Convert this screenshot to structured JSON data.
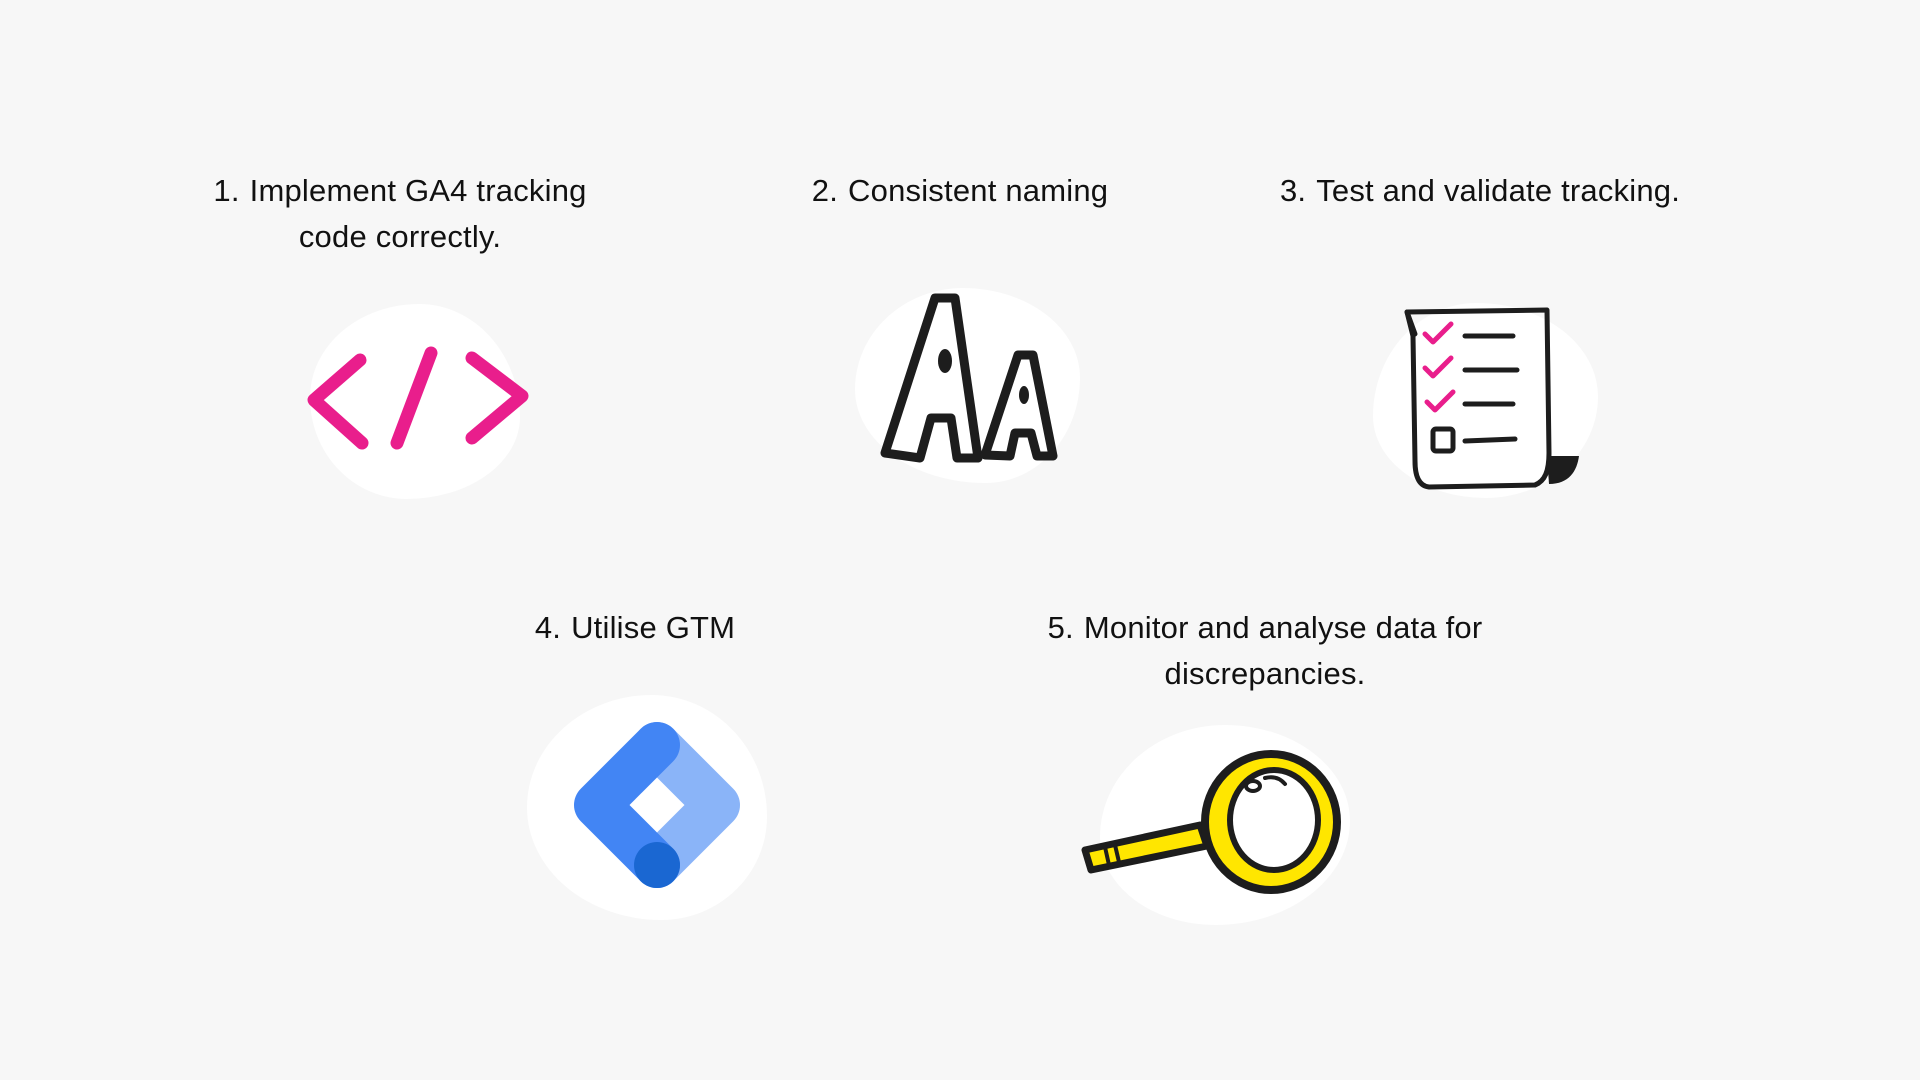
{
  "steps": [
    {
      "number": "1.",
      "lines": [
        "Implement GA4 tracking",
        "code correctly."
      ],
      "icon": "code-brackets-icon",
      "color": "#e91e8c"
    },
    {
      "number": "2.",
      "lines": [
        "Consistent naming"
      ],
      "icon": "font-case-icon",
      "color": "#222222"
    },
    {
      "number": "3.",
      "lines": [
        "Test and validate tracking."
      ],
      "icon": "checklist-icon",
      "color": "#e91e8c"
    },
    {
      "number": "4.",
      "lines": [
        "Utilise GTM"
      ],
      "icon": "google-tag-manager-icon",
      "color": "#4285f4"
    },
    {
      "number": "5.",
      "lines": [
        "Monitor and analyse data for",
        "discrepancies."
      ],
      "icon": "magnifying-glass-icon",
      "color": "#ffe600"
    }
  ]
}
